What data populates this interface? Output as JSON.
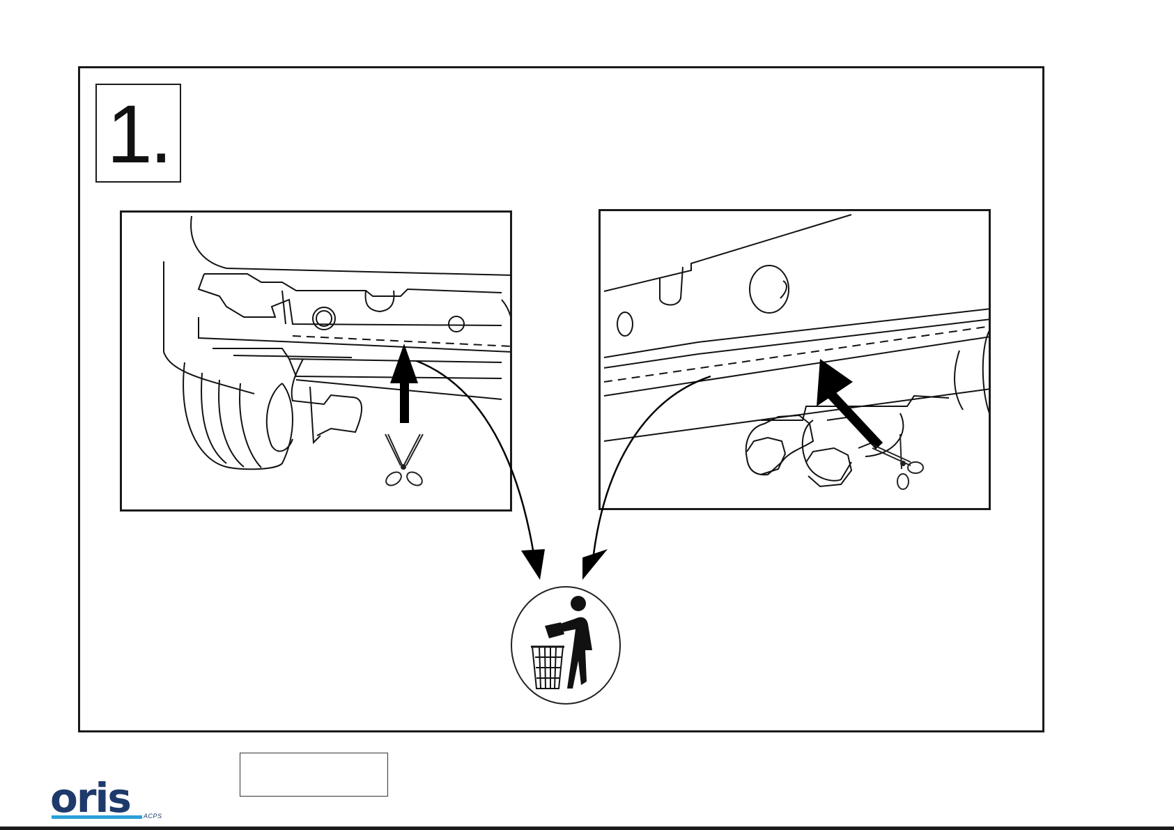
{
  "step": {
    "number": "1."
  },
  "icons": {
    "scissors_left": "scissors-icon",
    "scissors_right": "scissors-icon",
    "disposal": "trash-disposal-icon",
    "arrow_up": "arrow-up-icon",
    "arrow_diagonal": "arrow-diagonal-icon"
  },
  "brand": {
    "name": "oris",
    "tagline": "ACPS",
    "primary_color": "#1e3a6b",
    "accent_color": "#2a9fd8"
  },
  "label_box": {
    "text": ""
  }
}
